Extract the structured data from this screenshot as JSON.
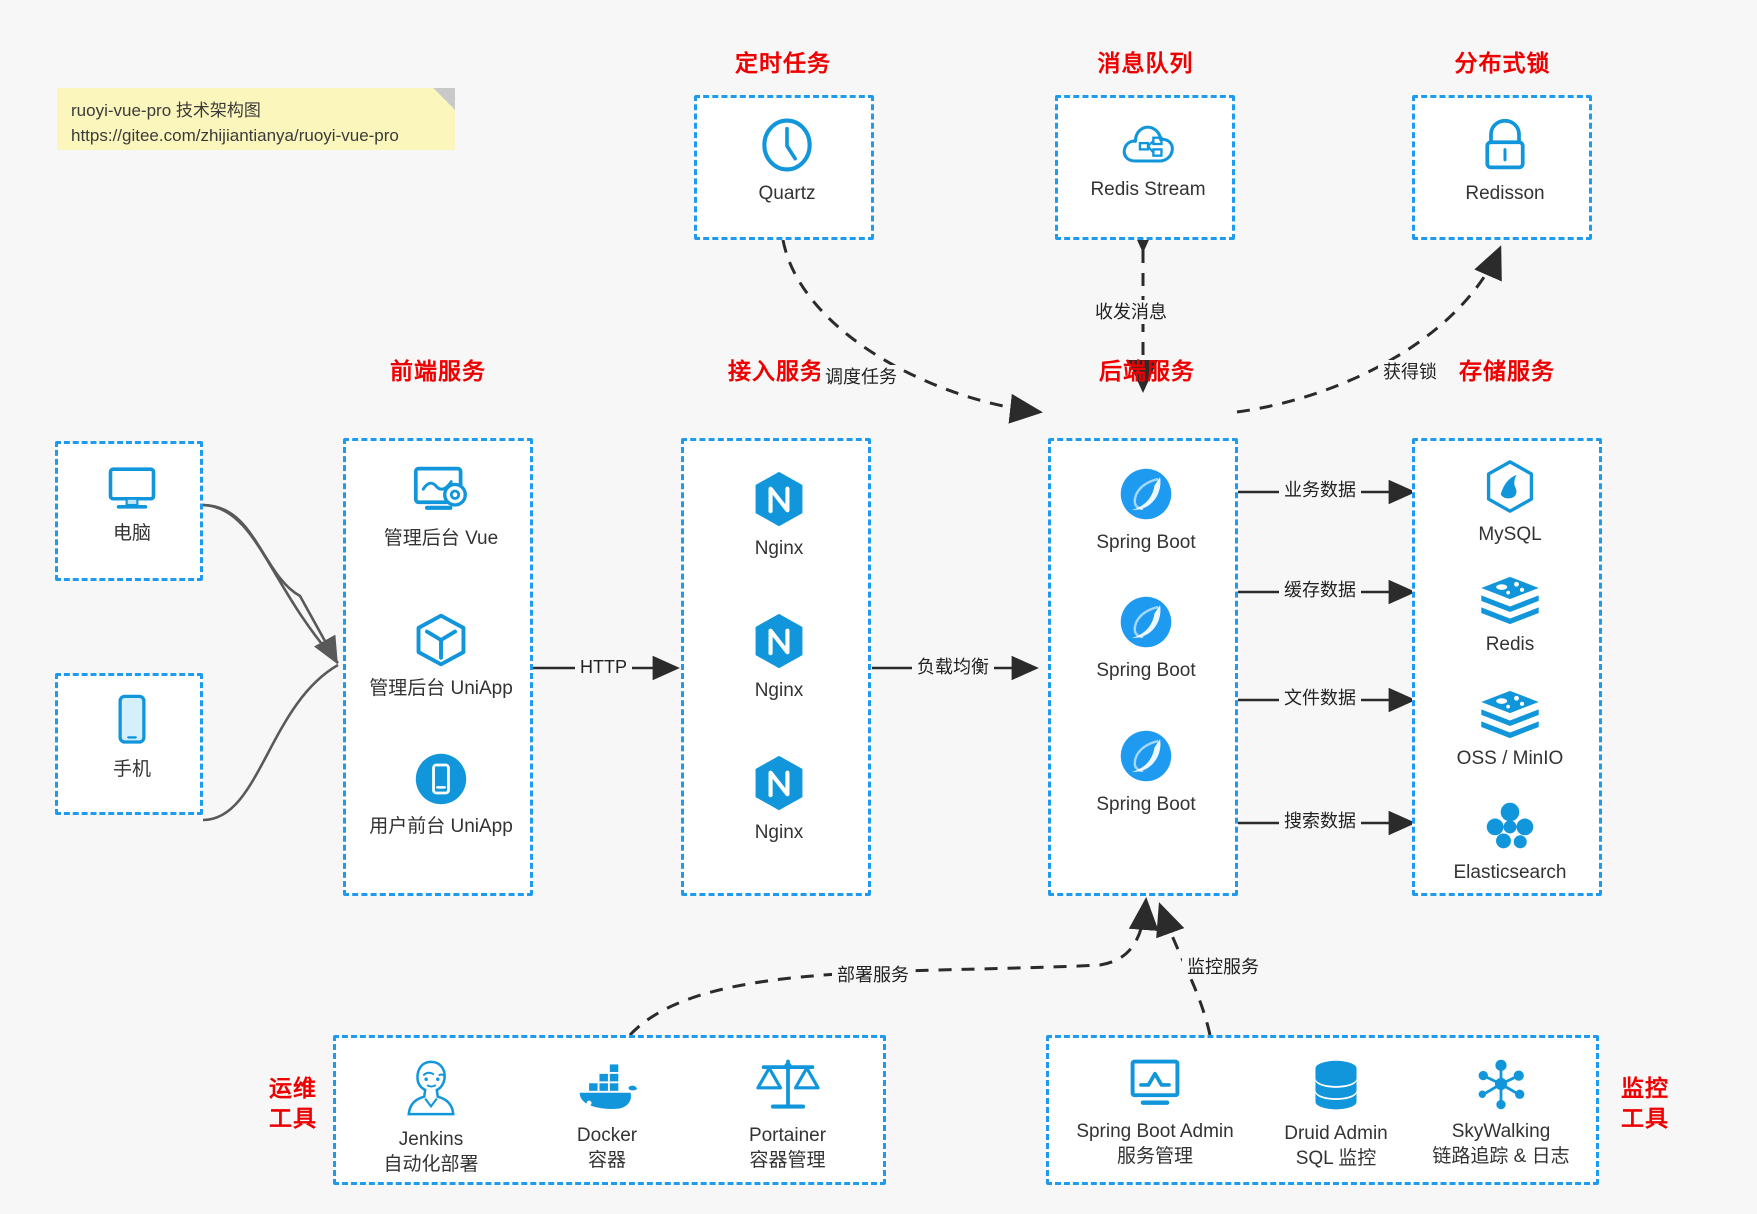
{
  "note": {
    "line1": "ruoyi-vue-pro 技术架构图",
    "line2": "https://gitee.com/zhijiantianya/ruoyi-vue-pro"
  },
  "groups": {
    "scheduled_task": {
      "title": "定时任务",
      "items": [
        {
          "label": "Quartz",
          "icon": "clock-icon"
        }
      ]
    },
    "message_queue": {
      "title": "消息队列",
      "items": [
        {
          "label": "Redis Stream",
          "icon": "cloud-stream-icon"
        }
      ]
    },
    "distributed_lock": {
      "title": "分布式锁",
      "items": [
        {
          "label": "Redisson",
          "icon": "lock-icon"
        }
      ]
    },
    "clients": {
      "computer": {
        "label": "电脑",
        "icon": "monitor-icon"
      },
      "phone": {
        "label": "手机",
        "icon": "phone-icon"
      }
    },
    "frontend": {
      "title": "前端服务",
      "items": [
        {
          "label": "管理后台 Vue",
          "icon": "dashboard-gear-icon"
        },
        {
          "label": "管理后台 UniApp",
          "icon": "cube-icon"
        },
        {
          "label": "用户前台 UniApp",
          "icon": "mobile-app-icon"
        }
      ]
    },
    "gateway": {
      "title": "接入服务",
      "items": [
        {
          "label": "Nginx",
          "icon": "nginx-icon"
        },
        {
          "label": "Nginx",
          "icon": "nginx-icon"
        },
        {
          "label": "Nginx",
          "icon": "nginx-icon"
        }
      ]
    },
    "backend": {
      "title": "后端服务",
      "items": [
        {
          "label": "Spring Boot",
          "icon": "spring-boot-icon"
        },
        {
          "label": "Spring Boot",
          "icon": "spring-boot-icon"
        },
        {
          "label": "Spring Boot",
          "icon": "spring-boot-icon"
        }
      ]
    },
    "storage": {
      "title": "存储服务",
      "items": [
        {
          "label": "MySQL",
          "icon": "mysql-icon"
        },
        {
          "label": "Redis",
          "icon": "redis-icon"
        },
        {
          "label": "OSS / MinIO",
          "icon": "redis-icon"
        },
        {
          "label": "Elasticsearch",
          "icon": "elasticsearch-icon"
        }
      ]
    },
    "devops": {
      "title": "运维\n工具",
      "title_line1": "运维",
      "title_line2": "工具",
      "items": [
        {
          "label": "Jenkins",
          "sub": "自动化部署",
          "icon": "jenkins-icon"
        },
        {
          "label": "Docker",
          "sub": "容器",
          "icon": "docker-icon"
        },
        {
          "label": "Portainer",
          "sub": "容器管理",
          "icon": "scales-icon"
        }
      ]
    },
    "monitoring": {
      "title_line1": "监控",
      "title_line2": "工具",
      "items": [
        {
          "label": "Spring Boot Admin",
          "sub": "服务管理",
          "icon": "monitor-chart-icon"
        },
        {
          "label": "Druid Admin",
          "sub": "SQL 监控",
          "icon": "database-icon"
        },
        {
          "label": "SkyWalking",
          "sub": "链路追踪 & 日志",
          "icon": "network-nodes-icon"
        }
      ]
    }
  },
  "edges": {
    "http": "HTTP",
    "load_balance": "负载均衡",
    "schedule_task": "调度任务",
    "send_receive_message": "收发消息",
    "acquire_lock": "获得锁",
    "business_data": "业务数据",
    "cache_data": "缓存数据",
    "file_data": "文件数据",
    "search_data": "搜索数据",
    "deploy_service": "部署服务",
    "monitor_service": "监控服务"
  },
  "colors": {
    "accent_blue": "#1e9bf0",
    "icon_blue": "#1296db",
    "title_red": "#ee0000",
    "background": "#f7f7f7",
    "note_yellow": "#fbf6bb",
    "arrow_gray": "#595959"
  }
}
